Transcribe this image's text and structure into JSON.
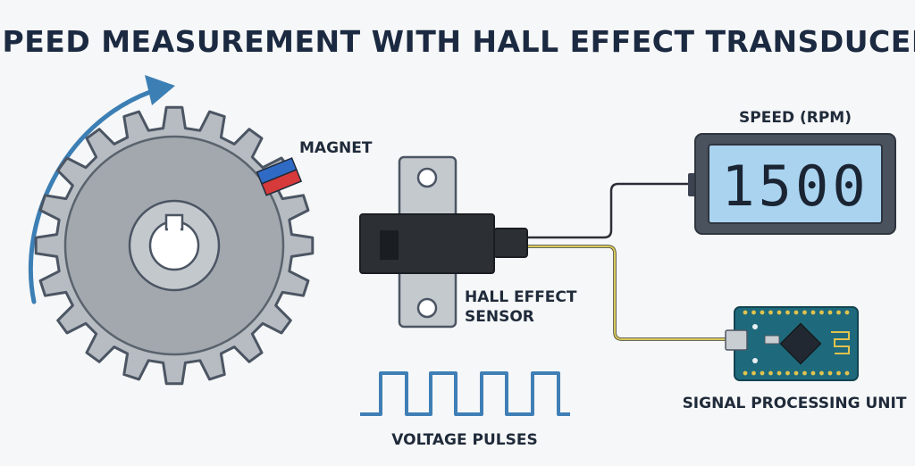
{
  "title": "SPEED MEASUREMENT WITH HALL EFFECT TRANSDUCER",
  "labels": {
    "magnet": "MAGNET",
    "sensor_line1": "HALL EFFECT",
    "sensor_line2": "SENSOR",
    "speed_display": "SPEED (RPM)",
    "pulses": "VOLTAGE PULSES",
    "processor": "SIGNAL PROCESSING UNIT"
  },
  "display": {
    "reading": "1500"
  },
  "icons": {
    "gear": "gear-icon",
    "rotation": "rotation-arrow-icon",
    "magnet": "magnet-icon",
    "sensor": "hall-sensor-icon",
    "display": "rpm-display-icon",
    "board": "circuit-board-icon",
    "pulse": "square-wave-icon"
  },
  "colors": {
    "title": "#1b2a41",
    "gear": "#b7bcc2",
    "arrow": "#3c7fb5",
    "magnet_north": "#d63a3a",
    "magnet_south": "#2f6bc4",
    "lcd": "#a9d3ef",
    "board": "#1e6a7c",
    "signal_wire": "#d8c85a",
    "pulse": "#3f7fb6"
  }
}
